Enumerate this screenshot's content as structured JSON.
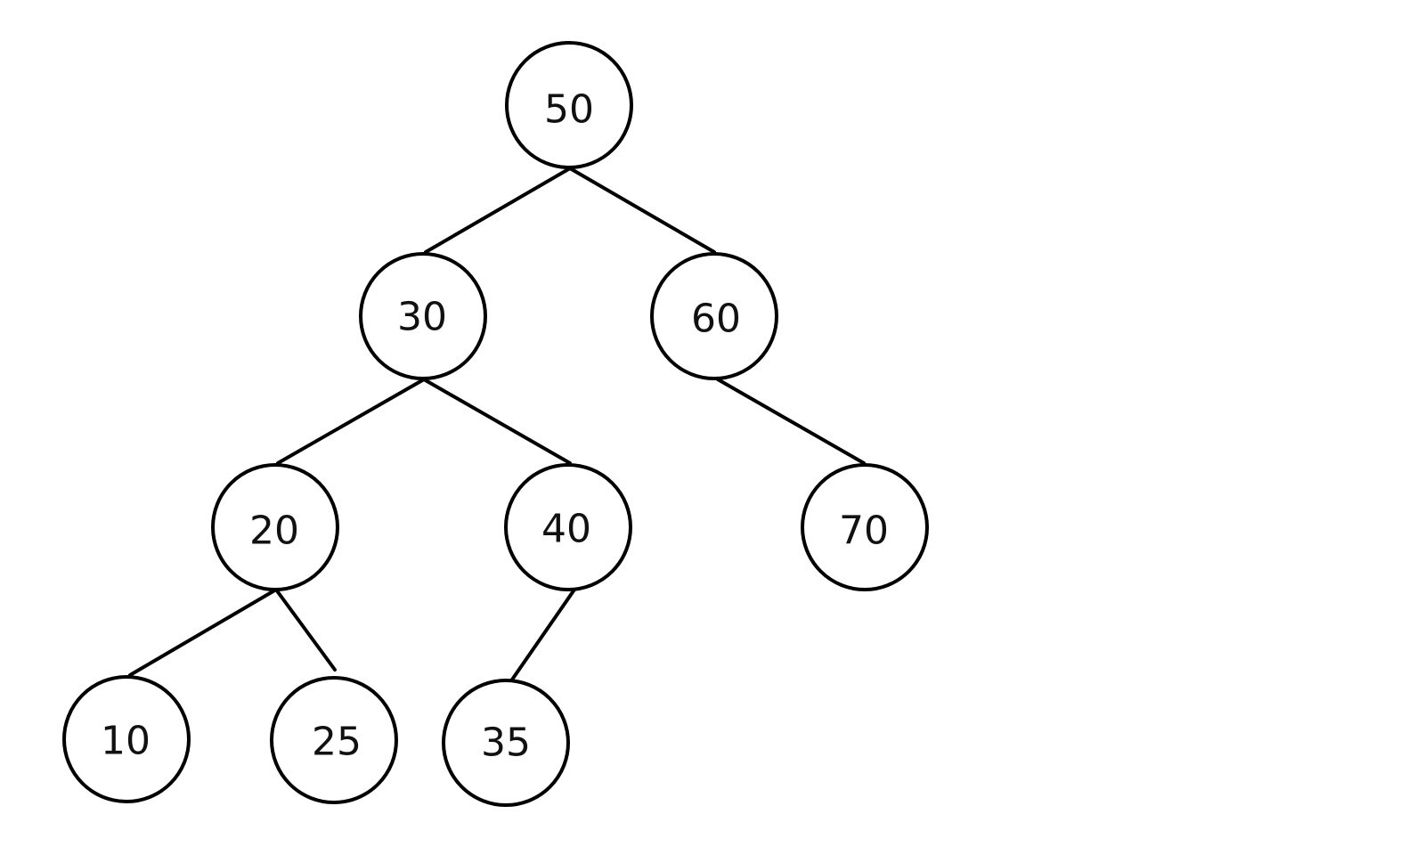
{
  "diagram": {
    "type": "binary-search-tree",
    "colors": {
      "background": "#ffffff",
      "stroke": "#000000",
      "text": "#111111"
    },
    "nodes": [
      {
        "id": "n50",
        "label": "50"
      },
      {
        "id": "n30",
        "label": "30"
      },
      {
        "id": "n60",
        "label": "60"
      },
      {
        "id": "n20",
        "label": "20"
      },
      {
        "id": "n40",
        "label": "40"
      },
      {
        "id": "n70",
        "label": "70"
      },
      {
        "id": "n10",
        "label": "10"
      },
      {
        "id": "n25",
        "label": "25"
      },
      {
        "id": "n35",
        "label": "35"
      }
    ],
    "edges": [
      {
        "from": "n50",
        "to": "n30"
      },
      {
        "from": "n50",
        "to": "n60"
      },
      {
        "from": "n30",
        "to": "n20"
      },
      {
        "from": "n30",
        "to": "n40"
      },
      {
        "from": "n60",
        "to": "n70"
      },
      {
        "from": "n20",
        "to": "n10"
      },
      {
        "from": "n20",
        "to": "n25"
      },
      {
        "from": "n40",
        "to": "n35"
      }
    ]
  }
}
